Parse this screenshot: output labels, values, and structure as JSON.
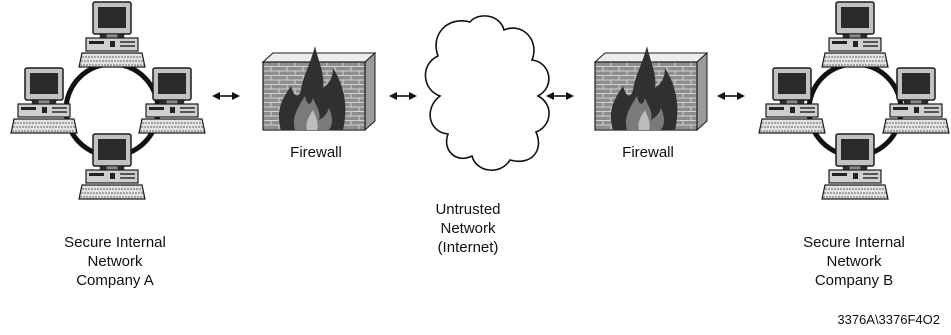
{
  "firewall_label": "Firewall",
  "network_a": {
    "line1": "Secure Internal",
    "line2": "Network",
    "line3": "Company A"
  },
  "network_b": {
    "line1": "Secure Internal",
    "line2": "Network",
    "line3": "Company B"
  },
  "cloud": {
    "line1": "Untrusted",
    "line2": "Network",
    "line3": "(Internet)"
  },
  "figure_id": "3376A\\3376F4O2",
  "icons": [
    "computer-icon",
    "firewall-icon",
    "cloud-icon",
    "double-arrow-icon",
    "ring-network-icon"
  ]
}
